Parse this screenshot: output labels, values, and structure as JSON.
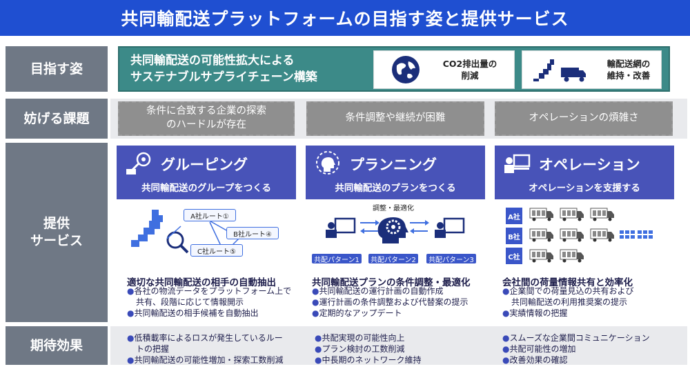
{
  "title": "共同輸配送プラットフォームの目指す姿と提供サービス",
  "rows": {
    "vision": "目指す姿",
    "issues": "妨げる課題",
    "services_line1": "提供",
    "services_line2": "サービス",
    "effects": "期待効果"
  },
  "vision": {
    "line1": "共同輸配送の可能性拡大による",
    "line2": "サステナブルサプライチェーン構築",
    "card1_line1": "CO2排出量の",
    "card1_line2": "削減",
    "card2_line1": "輸配送網の",
    "card2_line2": "維持・改善"
  },
  "issues": {
    "issue1_line1": "条件に合致する企業の探索",
    "issue1_line2": "のハードルが存在",
    "issue2": "条件調整や継続が困難",
    "issue3": "オペレーションの煩雑さ"
  },
  "grouping": {
    "name": "グルーピング",
    "sub": "共同輸配送のグループをつくる",
    "route_a": "A社ルート①",
    "route_b": "B社ルート④",
    "route_c": "C社ルート⑤",
    "title": "適切な共同輸配送の相手の自動抽出",
    "b1_line1": "各社の物流データをプラットフォーム上で",
    "b1_line2": "共有、段階に応じて情報開示",
    "b2": "共同輸配送の相手候補を自動抽出"
  },
  "planning": {
    "name": "プランニング",
    "sub": "共同輸配送のプランをつくる",
    "optimize_label": "調整・最適化",
    "pattern1": "共配パターン1",
    "pattern2": "共配パターン2",
    "pattern3": "共配パターン3",
    "title": "共同輸配送プランの条件調整・最適化",
    "b1": "共同輸配送の運行計画の自動作成",
    "b2": "運行計画の条件調整および代替案の提示",
    "b3": "定期的なアップデート"
  },
  "operation": {
    "name": "オペレーション",
    "sub": "オペレーションを支援する",
    "company_a": "A社",
    "company_b": "B社",
    "company_c": "C社",
    "title": "会社間の荷量情報共有と効率化",
    "b1_line1": "企業間での荷量見込の共有および",
    "b1_line2": "共同輸配送の利用推奨案の提示",
    "b2": "実績情報の把握"
  },
  "effects": {
    "g1_line1": "低積載率によるロスが発生しているルー",
    "g1_line2": "トの把握",
    "g2": "共同輸配送の可能性増加・探索工数削減",
    "p1": "共配実現の可能性向上",
    "p2": "プラン検討の工数削減",
    "p3": "中長期のネットワーク維持",
    "o1": "スムーズな企業間コミュニケーション",
    "o2": "共配可能性の増加",
    "o3": "改善効果の確認"
  },
  "bullet_glyph": "●",
  "colors": {
    "title_bar": "#1f4fd1",
    "row_label": "#6f7885",
    "vision_teal": "#3c8a88",
    "issue_gray": "#8f8f8f",
    "service_purple": "#4853b8",
    "accent_blue": "#3a56c9"
  }
}
